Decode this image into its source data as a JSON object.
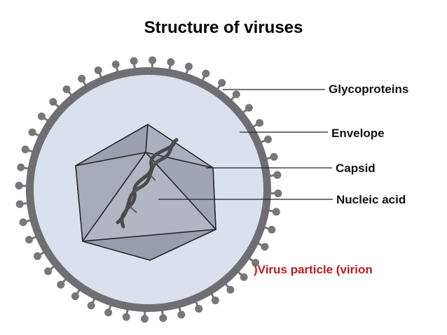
{
  "title": "Structure of viruses",
  "labels": {
    "glycoproteins": "Glycoproteins",
    "envelope": "Envelope",
    "capsid": "Capsid",
    "nucleic_acid": "Nucleic acid"
  },
  "caption": {
    "paren": ")",
    "text": "Virus particle (virion"
  },
  "colors": {
    "envelope": "#6f6f73",
    "spike": "#77777b",
    "interior": "#dbe0ee",
    "capsid_fill": "#a3a6b5",
    "capsid_edge": "#2b2b2b",
    "caption_paren": "#d81818",
    "caption_text": "#c11a1a",
    "leader": "#222222"
  }
}
